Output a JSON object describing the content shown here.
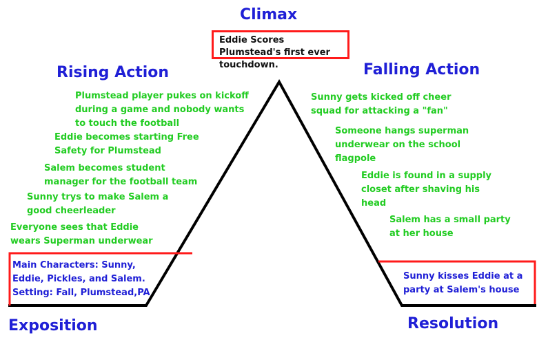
{
  "headings": {
    "climax": "Climax",
    "rising_action": "Rising Action",
    "falling_action": "Falling Action",
    "exposition": "Exposition",
    "resolution": "Resolution"
  },
  "climax_event": "Eddie Scores Plumstead's first ever touchdown.",
  "rising_events": [
    "Plumstead player pukes on kickoff during a game and nobody wants to touch the football",
    "Eddie becomes starting Free Safety for Plumstead",
    "Salem becomes student manager for the football team",
    "Sunny trys to make Salem a good cheerleader",
    "Everyone sees that Eddie wears Superman underwear"
  ],
  "falling_events": [
    "Sunny gets kicked off cheer squad for attacking a \"fan\"",
    "Someone hangs superman underwear on the school flagpole",
    "Eddie is found in a supply closet after shaving his head",
    "Salem has a small party at her house"
  ],
  "exposition_text": {
    "line1": "Main Characters: Sunny,",
    "line2": "Eddie, Pickles, and Salem.",
    "line3": "Setting: Fall, Plumstead,PA"
  },
  "resolution_text": {
    "line1": "Sunny kisses Eddie at a",
    "line2": "party at Salem's house"
  },
  "colors": {
    "heading": "#1f1fd6",
    "event": "#22cc22",
    "highlight_border": "#ff1a1a",
    "plot_line": "#000000"
  }
}
